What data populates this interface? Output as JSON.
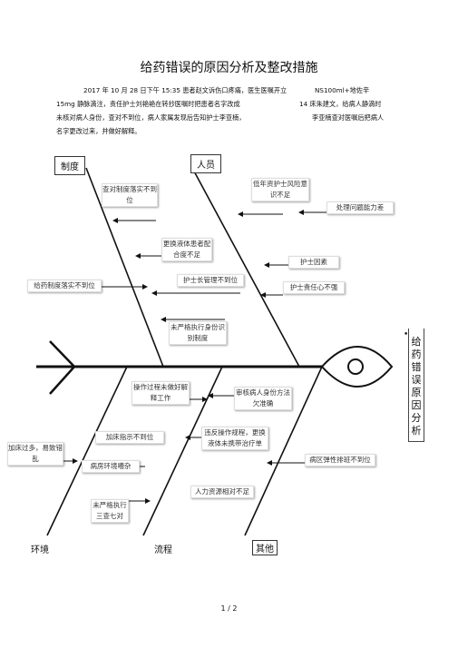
{
  "title": "给药错误的原因分析及整改措施",
  "intro": {
    "line1_a": "2017 年 10 月 28 日下午 15:35 患者赵文诉伤口疼痛，医生医嘱开立",
    "line1_b": "NS100ml+地佐辛",
    "line2_a": "15mg 静脉滴注，责任护士刘艳艳在转抄医嘱时把患者名字改成",
    "line2_b": "14 床朱建文，给病人静滴时",
    "line3_a": "未核对病人身份，查对不到位，病人家属发现后告知护士李亚楠，",
    "line3_b": "李亚楠查对医嘱后把病人",
    "line4": "名字更改过来，并做好解释。"
  },
  "categories": {
    "top_left": "制度",
    "top_right": "人员",
    "bottom_1": "环境",
    "bottom_2": "流程",
    "bottom_3": "其他"
  },
  "causes": {
    "c1": "查对制度落实不到位",
    "c2": "低年资护士风险意识不足",
    "c3": "处理问题能力差",
    "c4": "更换液体患者配合度不足",
    "c5": "护士因素",
    "c6": "给药制度落实不到位",
    "c7": "护士长管理不到位",
    "c8": "护士责任心不强",
    "c9": "未严格执行身份识别制度",
    "c10": "操作过程未做好解释工作",
    "c11": "审核病人身份方法欠准确",
    "c12": "加床指示不到位",
    "c13": "违反操作规程，更换液体未携带治疗单",
    "c14": "加床过多，易致错乱",
    "c15": "病房环境嘈杂",
    "c16": "病区弹性排班不到位",
    "c17": "人力资源相对不足",
    "c18": "未严格执行三查七对"
  },
  "effect": {
    "dot": "•",
    "label": "给药错误原因分析"
  },
  "page_number": "1 / 2"
}
